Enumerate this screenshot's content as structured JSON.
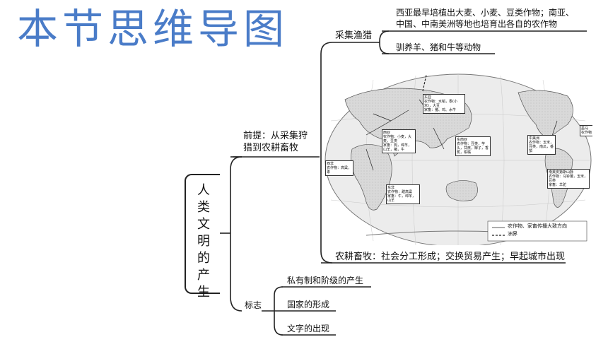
{
  "title": "本节思维导图",
  "root": {
    "chars": [
      "人",
      "类",
      "文",
      "明",
      "的",
      "产",
      "生"
    ]
  },
  "branch1": {
    "label": "前提：从采集狩猎到农耕畜牧",
    "label_line1": "前提：从采集狩",
    "label_line2": "猎到农耕畜牧",
    "sub1": {
      "label": "采集渔猎",
      "items": [
        "西亚最早培植出大麦、小麦、豆类作物；南亚、中国、中南美洲等地也培育出各自的农作物",
        "驯养羊、猪和牛等动物"
      ],
      "item1_line1": "西亚最早培植出大麦、小麦、豆类作物；南亚、",
      "item1_line2": "中国、中南美洲等地也培育出各自的农作物"
    },
    "sub2": {
      "label": "农耕畜牧：社会分工形成；交换贸易产生；早起城市出现"
    }
  },
  "branch2": {
    "label": "标志",
    "items": [
      "私有制和阶级的产生",
      "国家的形成",
      "文字的出现"
    ]
  },
  "map": {
    "boxes": {
      "east_asia": "东亚\n农作物：水稻，黍(小米)，大豆\n家畜：猪、鸡、水牛",
      "west_asia": "西亚\n农作物：小麦，大麦，豆类\n家畜：狗，绵羊，山羊，猪，牛",
      "southeast_asia": "东南亚\n农作物：豆类，芋头，甘蔗，椰子，香蕉，柑橘",
      "west_africa": "西非\n农作物：高粱，黍",
      "east_africa": "东非\n农作物：甜高粱\n家畜：牛，绵羊，山羊",
      "central_america": "中美洲\n农作物：玉米，豆类，南瓜，番茄",
      "south_america": "南美安第斯山脉\n农作物：马铃薯，玉米，豆类\n家畜：羊驼",
      "mexico": "墨马\n农作物"
    },
    "legend": [
      "农作物、家畜传播大致方向",
      "洲界"
    ]
  }
}
